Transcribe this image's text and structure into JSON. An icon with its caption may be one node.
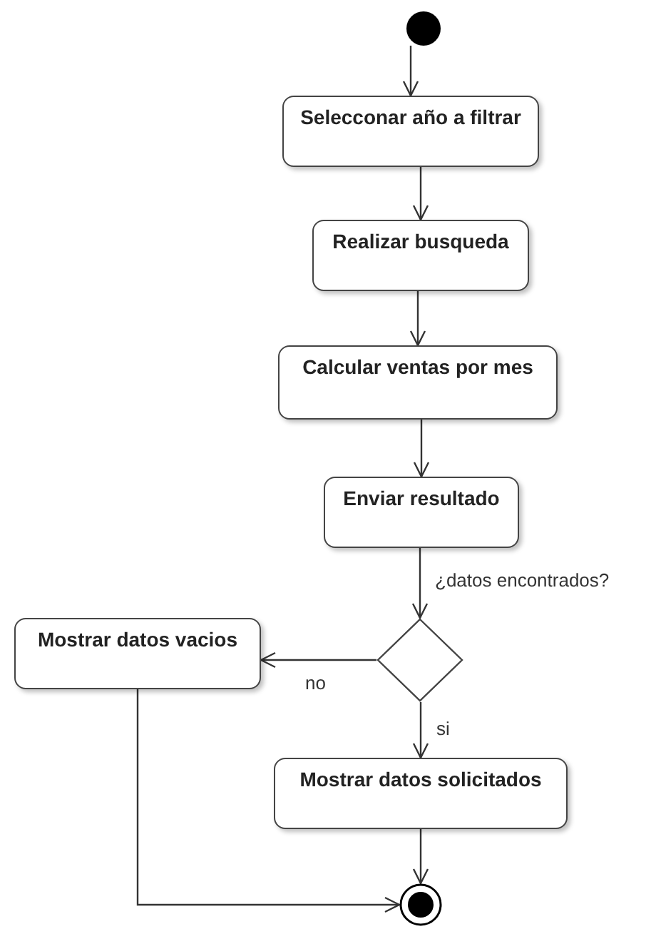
{
  "diagram": {
    "nodes": [
      {
        "text": [],
        "shape": "circle"
      },
      {
        "text": [
          "Selecconar año a filtrar"
        ]
      },
      {
        "text": [
          "Realizar busqueda"
        ]
      },
      {
        "text": [
          "Calcular ventas por mes"
        ]
      },
      {
        "text": [
          "Enviar resultado"
        ]
      },
      {
        "text": [],
        "shape": "diamond"
      },
      {
        "text": [
          "Mostrar datos vacios"
        ]
      },
      {
        "text": [
          "Mostrar datos solicitados"
        ]
      },
      {
        "text": [],
        "shape": "bullseye"
      }
    ],
    "edges": [
      {
        "from": 0,
        "to": 1,
        "arrow": "to"
      },
      {
        "from": 1,
        "to": 2,
        "arrow": "to"
      },
      {
        "from": 2,
        "to": 3,
        "arrow": "to"
      },
      {
        "from": 3,
        "to": 4,
        "arrow": "to"
      },
      {
        "from": 4,
        "to": 5,
        "arrow": "to",
        "label": "¿datos encontrados?"
      },
      {
        "from": 5,
        "to": 6,
        "arrow": "to",
        "label": "no"
      },
      {
        "from": 5,
        "to": 7,
        "arrow": "to",
        "label": "si"
      },
      {
        "from": 7,
        "to": 8,
        "arrow": "to"
      },
      {
        "from": 6,
        "to": 8,
        "arrow": "to"
      }
    ]
  }
}
